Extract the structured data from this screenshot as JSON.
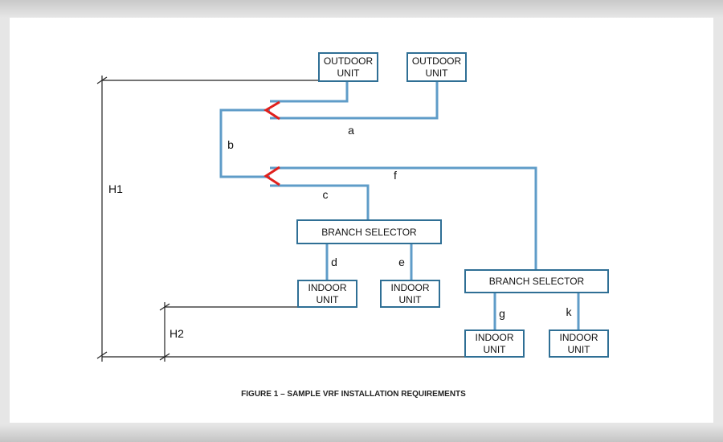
{
  "diagram": {
    "caption": "FIGURE 1 –  SAMPLE VRF INSTALLATION REQUIREMENTS",
    "outdoor_units": [
      {
        "line1": "OUTDOOR",
        "line2": "UNIT"
      },
      {
        "line1": "OUTDOOR",
        "line2": "UNIT"
      }
    ],
    "branch_selectors": [
      {
        "label": "BRANCH SELECTOR"
      },
      {
        "label": "BRANCH SELECTOR"
      }
    ],
    "indoor_units": [
      {
        "line1": "INDOOR",
        "line2": "UNIT"
      },
      {
        "line1": "INDOOR",
        "line2": "UNIT"
      },
      {
        "line1": "INDOOR",
        "line2": "UNIT"
      },
      {
        "line1": "INDOOR",
        "line2": "UNIT"
      }
    ],
    "pipe_labels": {
      "a": "a",
      "b": "b",
      "c": "c",
      "d": "d",
      "e": "e",
      "f": "f",
      "g": "g",
      "k": "k"
    },
    "height_labels": {
      "h1": "H1",
      "h2": "H2"
    },
    "colors": {
      "pipe": "#5f9cc8",
      "joint": "#e0201c",
      "box_border": "#2f6f95"
    }
  }
}
